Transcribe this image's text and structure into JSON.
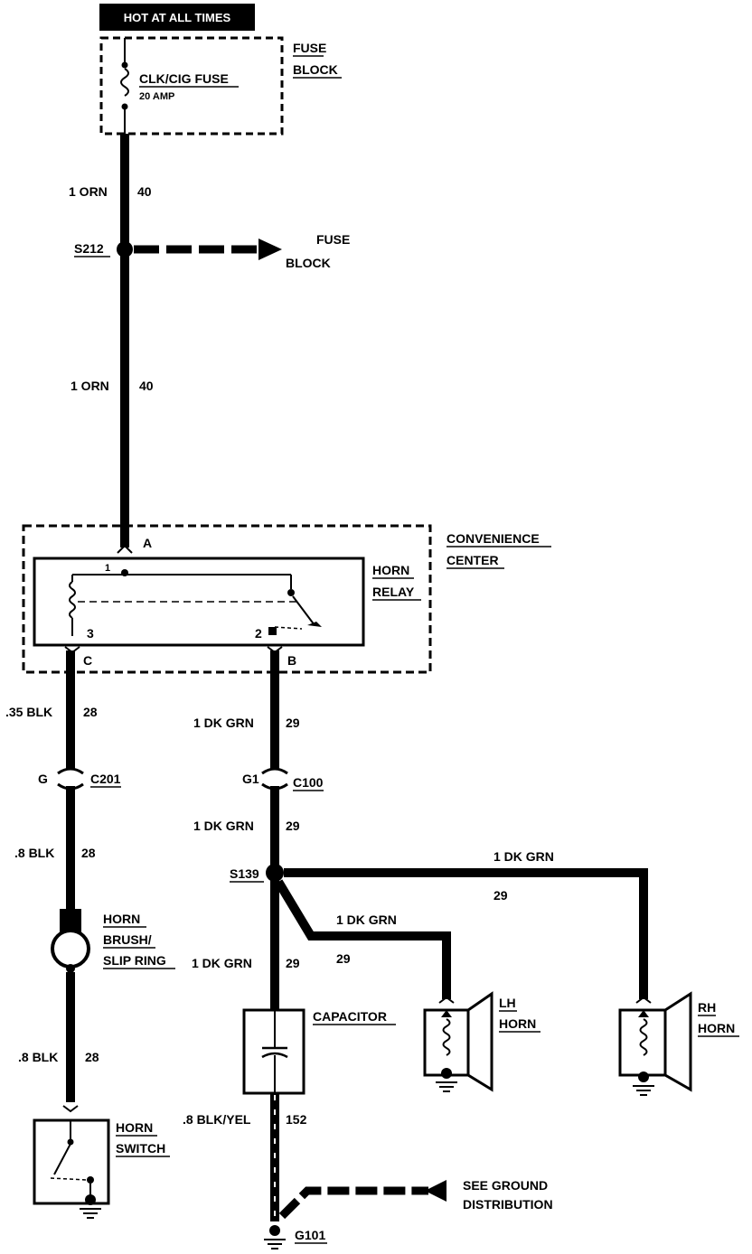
{
  "header": {
    "hot_label": "HOT AT ALL TIMES"
  },
  "fuse_block": {
    "title_line1": "FUSE",
    "title_line2": "BLOCK",
    "fuse_name": "CLK/CIG FUSE",
    "fuse_rating": "20 AMP"
  },
  "wires": {
    "w1_gauge": "1 ORN",
    "w1_circuit": "40",
    "w2_gauge": "1 ORN",
    "w2_circuit": "40",
    "c_gauge": ".35 BLK",
    "c_circuit": "28",
    "c2_gauge": ".8 BLK",
    "c2_circuit": "28",
    "c3_gauge": ".8 BLK",
    "c3_circuit": "28",
    "b_gauge": "1 DK GRN",
    "b_circuit": "29",
    "b2_gauge": "1 DK GRN",
    "b2_circuit": "29",
    "rh_gauge": "1 DK GRN",
    "rh_circuit": "29",
    "lh_gauge": "1 DK GRN",
    "lh_circuit": "29",
    "cap_gauge": "1 DK GRN",
    "cap_circuit": "29",
    "gnd_gauge": ".8 BLK/YEL",
    "gnd_circuit": "152"
  },
  "splices": {
    "s212": "S212",
    "s139": "S139",
    "s212_dest_line1": "FUSE",
    "s212_dest_line2": "BLOCK"
  },
  "convenience_center": {
    "title_line1": "CONVENIENCE",
    "title_line2": "CENTER",
    "pin_a": "A",
    "pin_b": "B",
    "pin_c": "C"
  },
  "horn_relay": {
    "title_line1": "HORN",
    "title_line2": "RELAY",
    "pin1": "1",
    "pin2": "2",
    "pin3": "3"
  },
  "connectors": {
    "g": "G",
    "c201": "C201",
    "g1": "G1",
    "c100": "C100"
  },
  "components": {
    "brush_line1": "HORN",
    "brush_line2": "BRUSH/",
    "brush_line3": "SLIP RING",
    "switch_line1": "HORN",
    "switch_line2": "SWITCH",
    "capacitor": "CAPACITOR",
    "lh_line1": "LH",
    "lh_line2": "HORN",
    "rh_line1": "RH",
    "rh_line2": "HORN"
  },
  "ground": {
    "see_line1": "SEE GROUND",
    "see_line2": "DISTRIBUTION",
    "g101": "G101"
  }
}
